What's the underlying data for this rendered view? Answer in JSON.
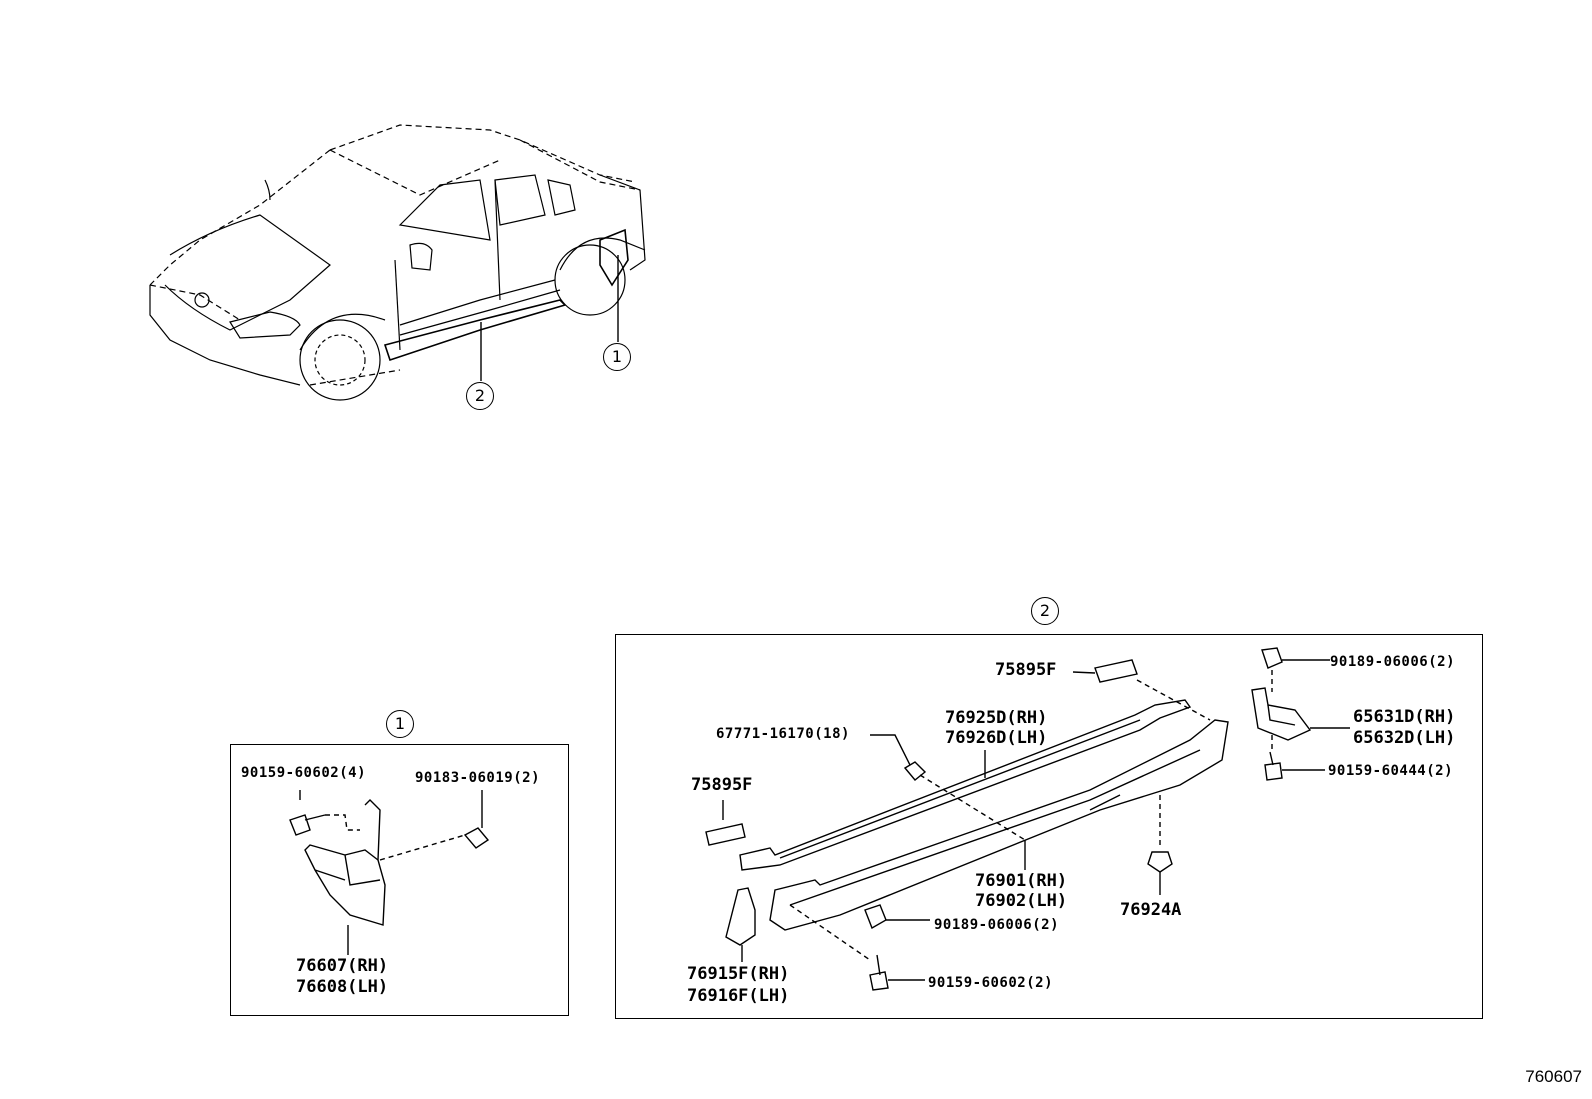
{
  "callouts": {
    "one": "1",
    "two": "2"
  },
  "figure_number": "760607",
  "mudguard_panel": {
    "bolt": "90159-60602(4)",
    "nut": "90183-06019(2)",
    "guard_rh": "76607(RH)",
    "guard_lh": "76608(LH)"
  },
  "rocker_panel": {
    "cap_top": "75895F",
    "cap_left": "75895F",
    "clip": "67771-16170(18)",
    "trim_rh": "76925D(RH)",
    "trim_lh": "76926D(LH)",
    "nut_top": "90189-06006(2)",
    "bracket_rh": "65631D(RH)",
    "bracket_lh": "65632D(LH)",
    "screw_top": "90159-60444(2)",
    "sill_rh": "76901(RH)",
    "sill_lh": "76902(LH)",
    "grommet": "76924A",
    "nut_bottom": "90189-06006(2)",
    "screw_bottom": "90159-60602(2)",
    "end_rh": "76915F(RH)",
    "end_lh": "76916F(LH)"
  }
}
